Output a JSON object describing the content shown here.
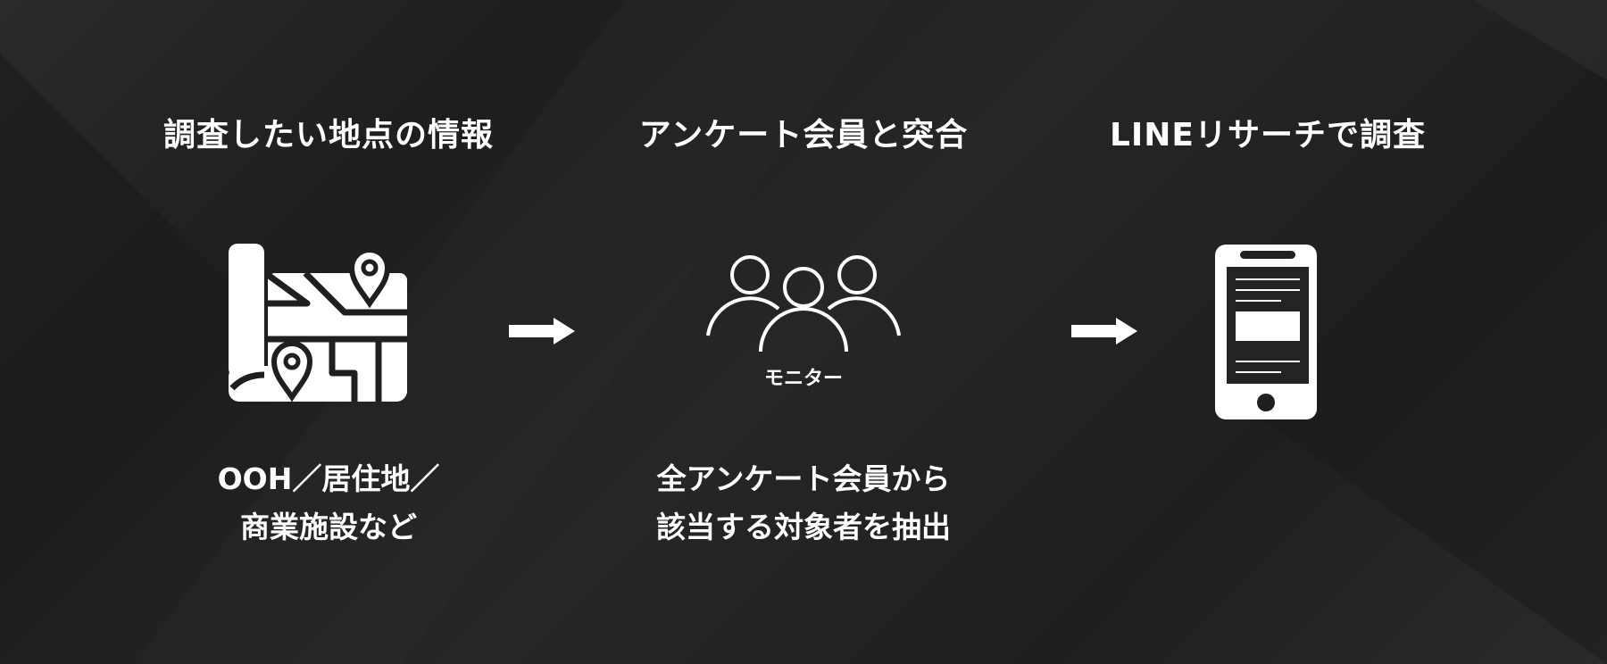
{
  "steps": [
    {
      "title": "調査したい地点の情報",
      "desc_line1": "OOH／居住地／",
      "desc_line2": "商業施設など",
      "icon": "map-pin-icon"
    },
    {
      "title": "アンケート会員と突合",
      "desc_line1": "全アンケート会員から",
      "desc_line2": "該当する対象者を抽出",
      "icon": "people-icon",
      "icon_label": "モニター"
    },
    {
      "title": "LINEリサーチで調査",
      "icon": "smartphone-icon"
    }
  ],
  "colors": {
    "background": "#232323",
    "foreground": "#ffffff"
  }
}
